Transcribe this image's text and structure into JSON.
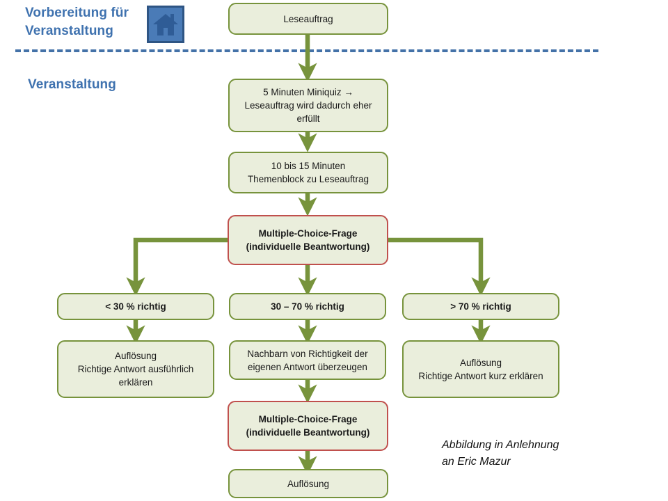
{
  "headings": {
    "preparation": "Vorbereitung für\nVeranstaltung",
    "event": "Veranstaltung"
  },
  "icons": {
    "house": "house-icon"
  },
  "colors": {
    "box_border_green": "#77933C",
    "box_border_red": "#C0504D",
    "box_fill": "#EAEEDC",
    "connector_green": "#77933C",
    "heading_blue": "#3F72AF",
    "divider_blue": "#4472A8"
  },
  "nodes": [
    {
      "id": "leseauftrag",
      "label": "Leseauftrag",
      "style": "green"
    },
    {
      "id": "miniquiz",
      "label": "5 Minuten Miniquiz →\nLeseauftrag wird dadurch eher erfüllt",
      "style": "green"
    },
    {
      "id": "themenblock",
      "label": "10 bis 15 Minuten\nThemenblock zu Leseauftrag",
      "style": "green"
    },
    {
      "id": "mc-frage-1",
      "label": "Multiple-Choice-Frage\n(individuelle Beantwortung)",
      "style": "red"
    },
    {
      "id": "unter-30",
      "label": "< 30 % richtig",
      "style": "green-bold"
    },
    {
      "id": "30-bis-70",
      "label": "30 – 70 % richtig",
      "style": "green-bold"
    },
    {
      "id": "ueber-70",
      "label": "> 70 % richtig",
      "style": "green-bold"
    },
    {
      "id": "aufloesung-lang",
      "label": "Auflösung\nRichtige Antwort ausführlich\nerklären",
      "style": "green"
    },
    {
      "id": "nachbarn",
      "label": "Nachbarn von Richtigkeit der\neigenen Antwort überzeugen",
      "style": "green"
    },
    {
      "id": "aufloesung-kurz",
      "label": "Auflösung\nRichtige Antwort kurz erklären",
      "style": "green"
    },
    {
      "id": "mc-frage-2",
      "label": "Multiple-Choice-Frage\n(individuelle Beantwortung)",
      "style": "red"
    },
    {
      "id": "aufloesung-final",
      "label": "Auflösung",
      "style": "green"
    }
  ],
  "attribution": "Abbildung in Anlehnung\nan Eric Mazur"
}
